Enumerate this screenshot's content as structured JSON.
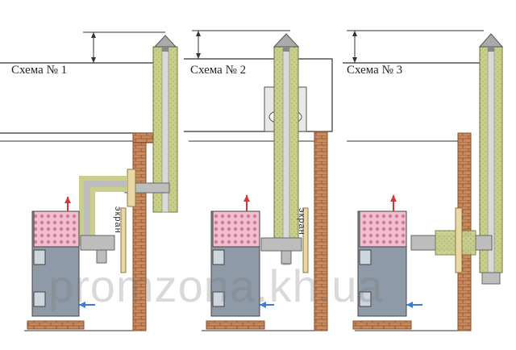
{
  "schemes": [
    {
      "title": "Схема № 1",
      "screen_label": "экран"
    },
    {
      "title": "Схема № 2",
      "screen_label": "экран"
    },
    {
      "title": "Схема № 3",
      "screen_label": ""
    }
  ],
  "watermark": "promzona.kh.ua",
  "colors": {
    "brick": "#c98a5c",
    "brick_dark": "#9a5a34",
    "insulation": "#c9cf8a",
    "pipe": "#bdbdbd",
    "pipe_dark": "#7a7a7a",
    "boiler": "#8f9aa8",
    "flame": "#e8a0b8",
    "screen": "#e9d7a6",
    "arrow_hot": "#d33",
    "arrow_cold": "#3a7bd5"
  }
}
